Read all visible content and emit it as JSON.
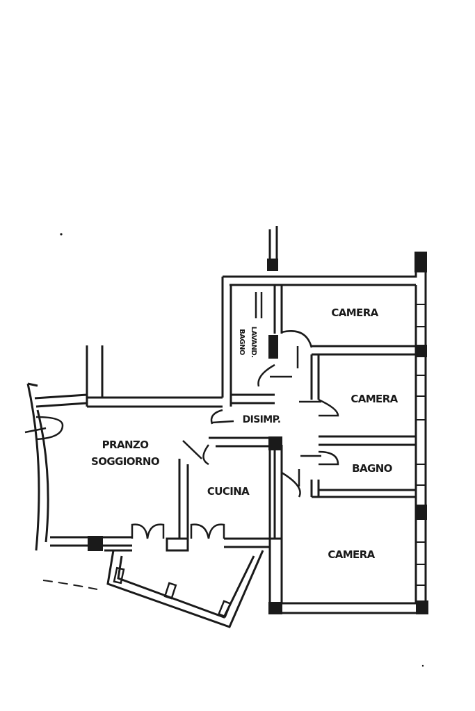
{
  "floorplan": {
    "colors": {
      "wall": "#1a1a1a",
      "background": "#ffffff"
    },
    "rooms": {
      "camera_1": "CAMERA",
      "camera_2": "CAMERA",
      "camera_3": "CAMERA",
      "bagno": "BAGNO",
      "bagno_vertical": "BAGNO",
      "lavand_vertical": "LAVAND.",
      "disimp": "DISIMP.",
      "pranzo": "PRANZO",
      "soggiorno": "SOGGIORNO",
      "cucina": "CUCINA"
    }
  }
}
